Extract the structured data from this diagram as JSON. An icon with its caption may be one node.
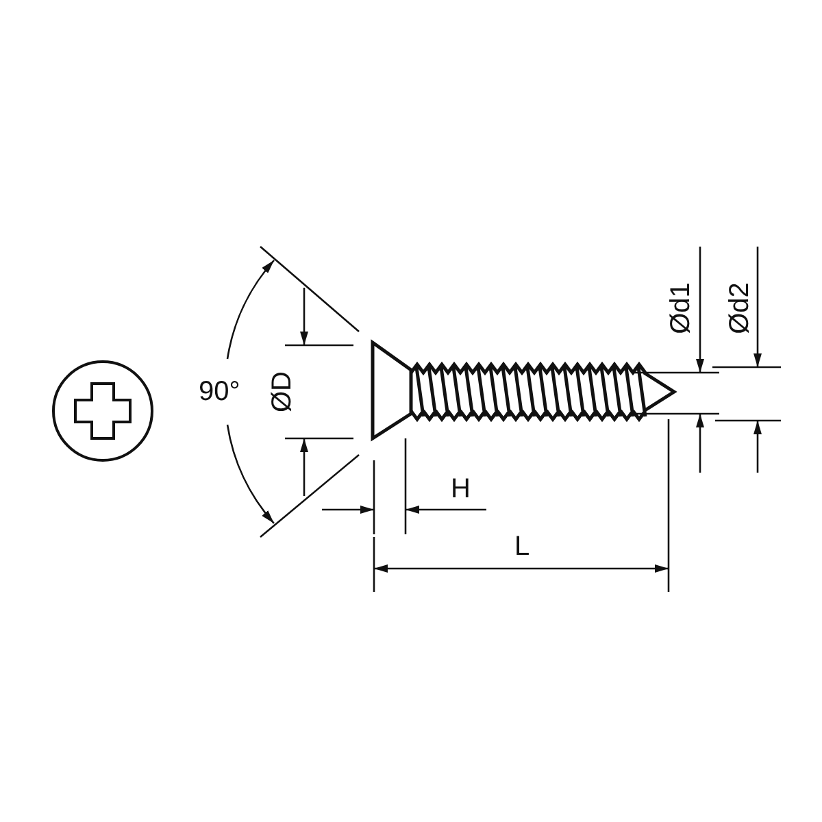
{
  "diagram": {
    "labels": [
      "Ød1",
      "Ød2",
      "90°",
      "ØD",
      "H",
      "L"
    ]
  }
}
